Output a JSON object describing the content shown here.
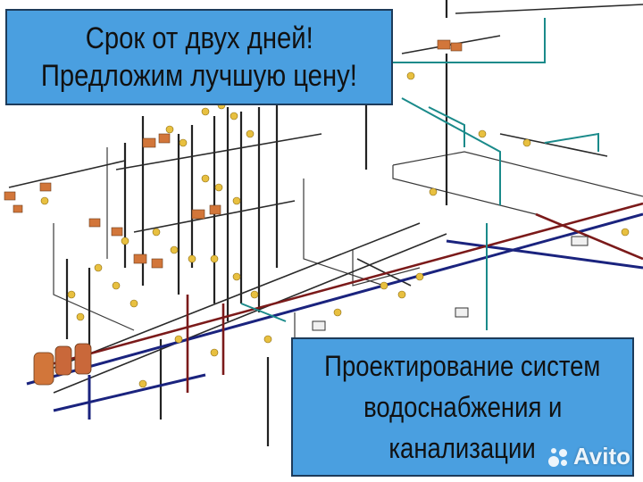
{
  "banner_top": {
    "line1": "Срок от двух дней!",
    "line2": "Предложим лучшую цену!"
  },
  "banner_bottom": {
    "line1": "Проектирование систем",
    "line2": "водоснабжения и",
    "line3": "канализации"
  },
  "watermark": {
    "text": "Avito"
  },
  "colors": {
    "banner_fill": "#4a9fe0",
    "banner_border": "#1d3b5a",
    "pipe_dark": "#2a2a2a",
    "pipe_blue": "#1a237e",
    "pipe_red": "#7b1a1a",
    "pipe_teal": "#1a8a8a",
    "fitting_yellow": "#e8c040",
    "fitting_orange": "#d2763a"
  }
}
